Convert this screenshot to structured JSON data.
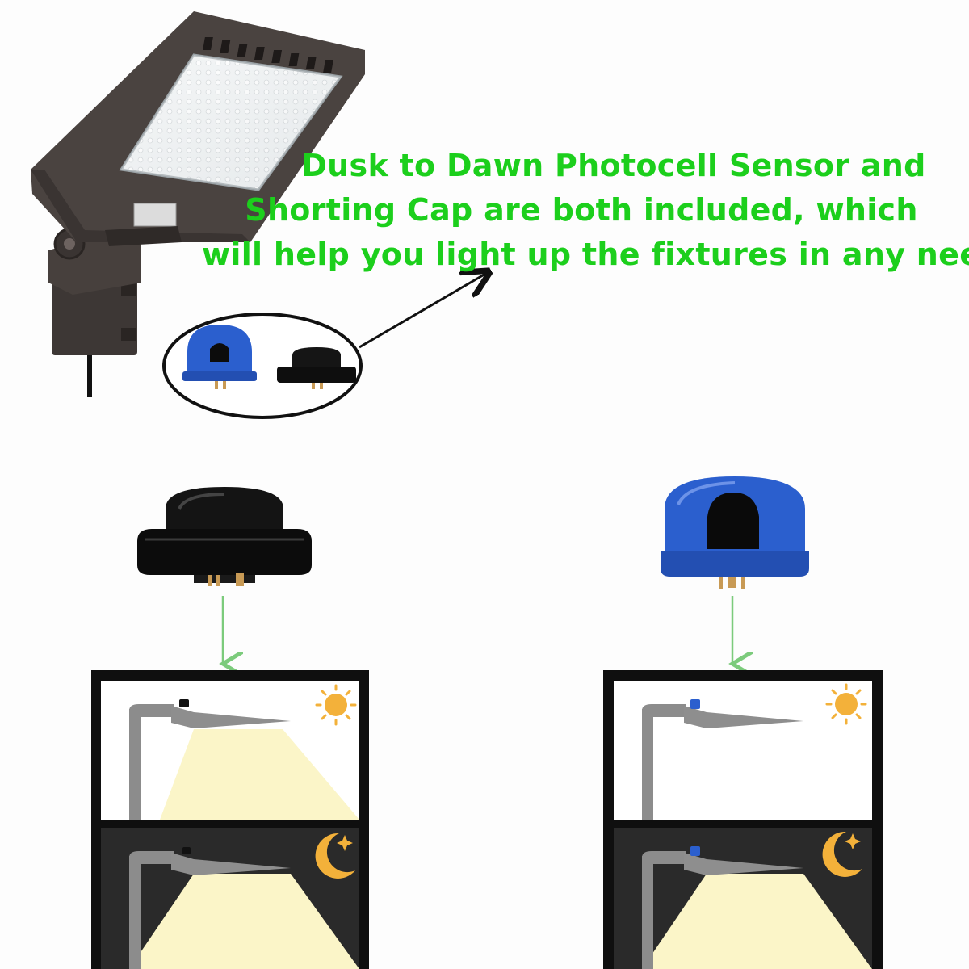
{
  "caption": {
    "line1": "Dusk to Dawn Photocell Sensor and",
    "line2": "Shorting Cap are both included, which",
    "line3": "will help you light up the fixtures in any need"
  },
  "colors": {
    "caption_green": "#1ccf1c",
    "fixture_bronze": "#4a4340",
    "sensor_blue": "#2b5fce",
    "cap_black": "#141414",
    "arrow_green": "#7ccb7c",
    "light_beam": "#fbf5c8",
    "night_panel": "#2a2a2a",
    "sun": "#f3b13a",
    "moon": "#f3b13a"
  },
  "icons": [
    "shoebox-led-fixture",
    "photocell-sensor-icon",
    "shorting-cap-icon",
    "sun-icon",
    "moon-icon",
    "star-icon",
    "street-light-icon"
  ]
}
